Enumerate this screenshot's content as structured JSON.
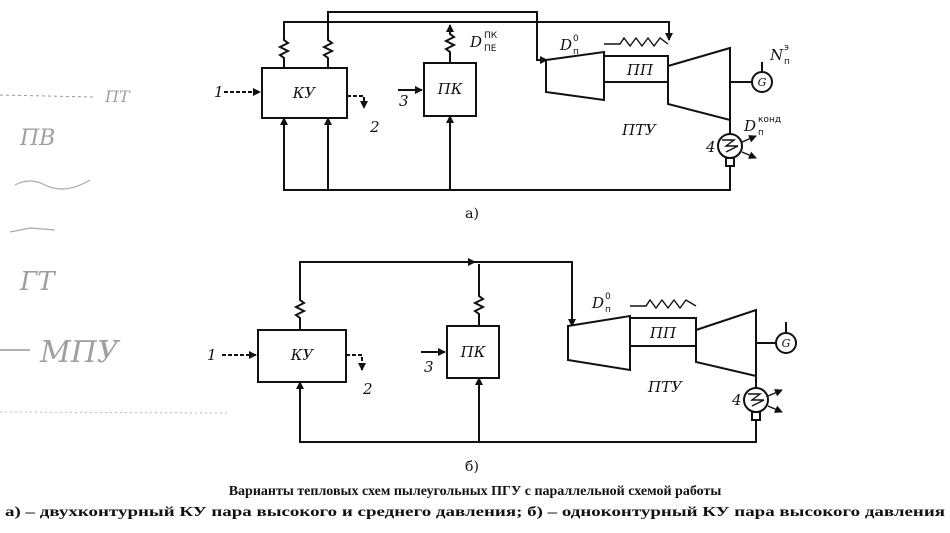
{
  "diagram_a": {
    "label": "а)",
    "ku": "КУ",
    "pk": "ПК",
    "pp": "ПП",
    "ptu": "ПТУ",
    "gen": "G",
    "num1": "1",
    "num2": "2",
    "num3": "3",
    "num4": "4",
    "d_pe_main": "D",
    "d_pe_sup": "ПК",
    "d_pe_sub": "ПЕ",
    "d0_main": "D",
    "d0_sup": "0",
    "d0_sub": "п",
    "n_main": "N",
    "n_sup": "э",
    "n_sub": "п",
    "dk_main": "D",
    "dk_sup": "конд",
    "dk_sub": "п"
  },
  "diagram_b": {
    "label": "б)",
    "ku": "КУ",
    "pk": "ПК",
    "pp": "ПП",
    "ptu": "ПТУ",
    "gen": "G",
    "num1": "1",
    "num2": "2",
    "num3": "3",
    "num4": "4",
    "d0_main": "D",
    "d0_sup": "0",
    "d0_sub": "п"
  },
  "handwriting": {
    "h1": "ПТ",
    "h2": "ПВ",
    "h3": "ГТ",
    "h4": "МПУ"
  },
  "caption": {
    "line1": "Варианты тепловых схем пылеугольных ПГУ с параллельной схемой работы",
    "line2": "а) – двухконтурный КУ пара высокого и среднего давления; б) – одноконтурный КУ пара высокого давления"
  }
}
